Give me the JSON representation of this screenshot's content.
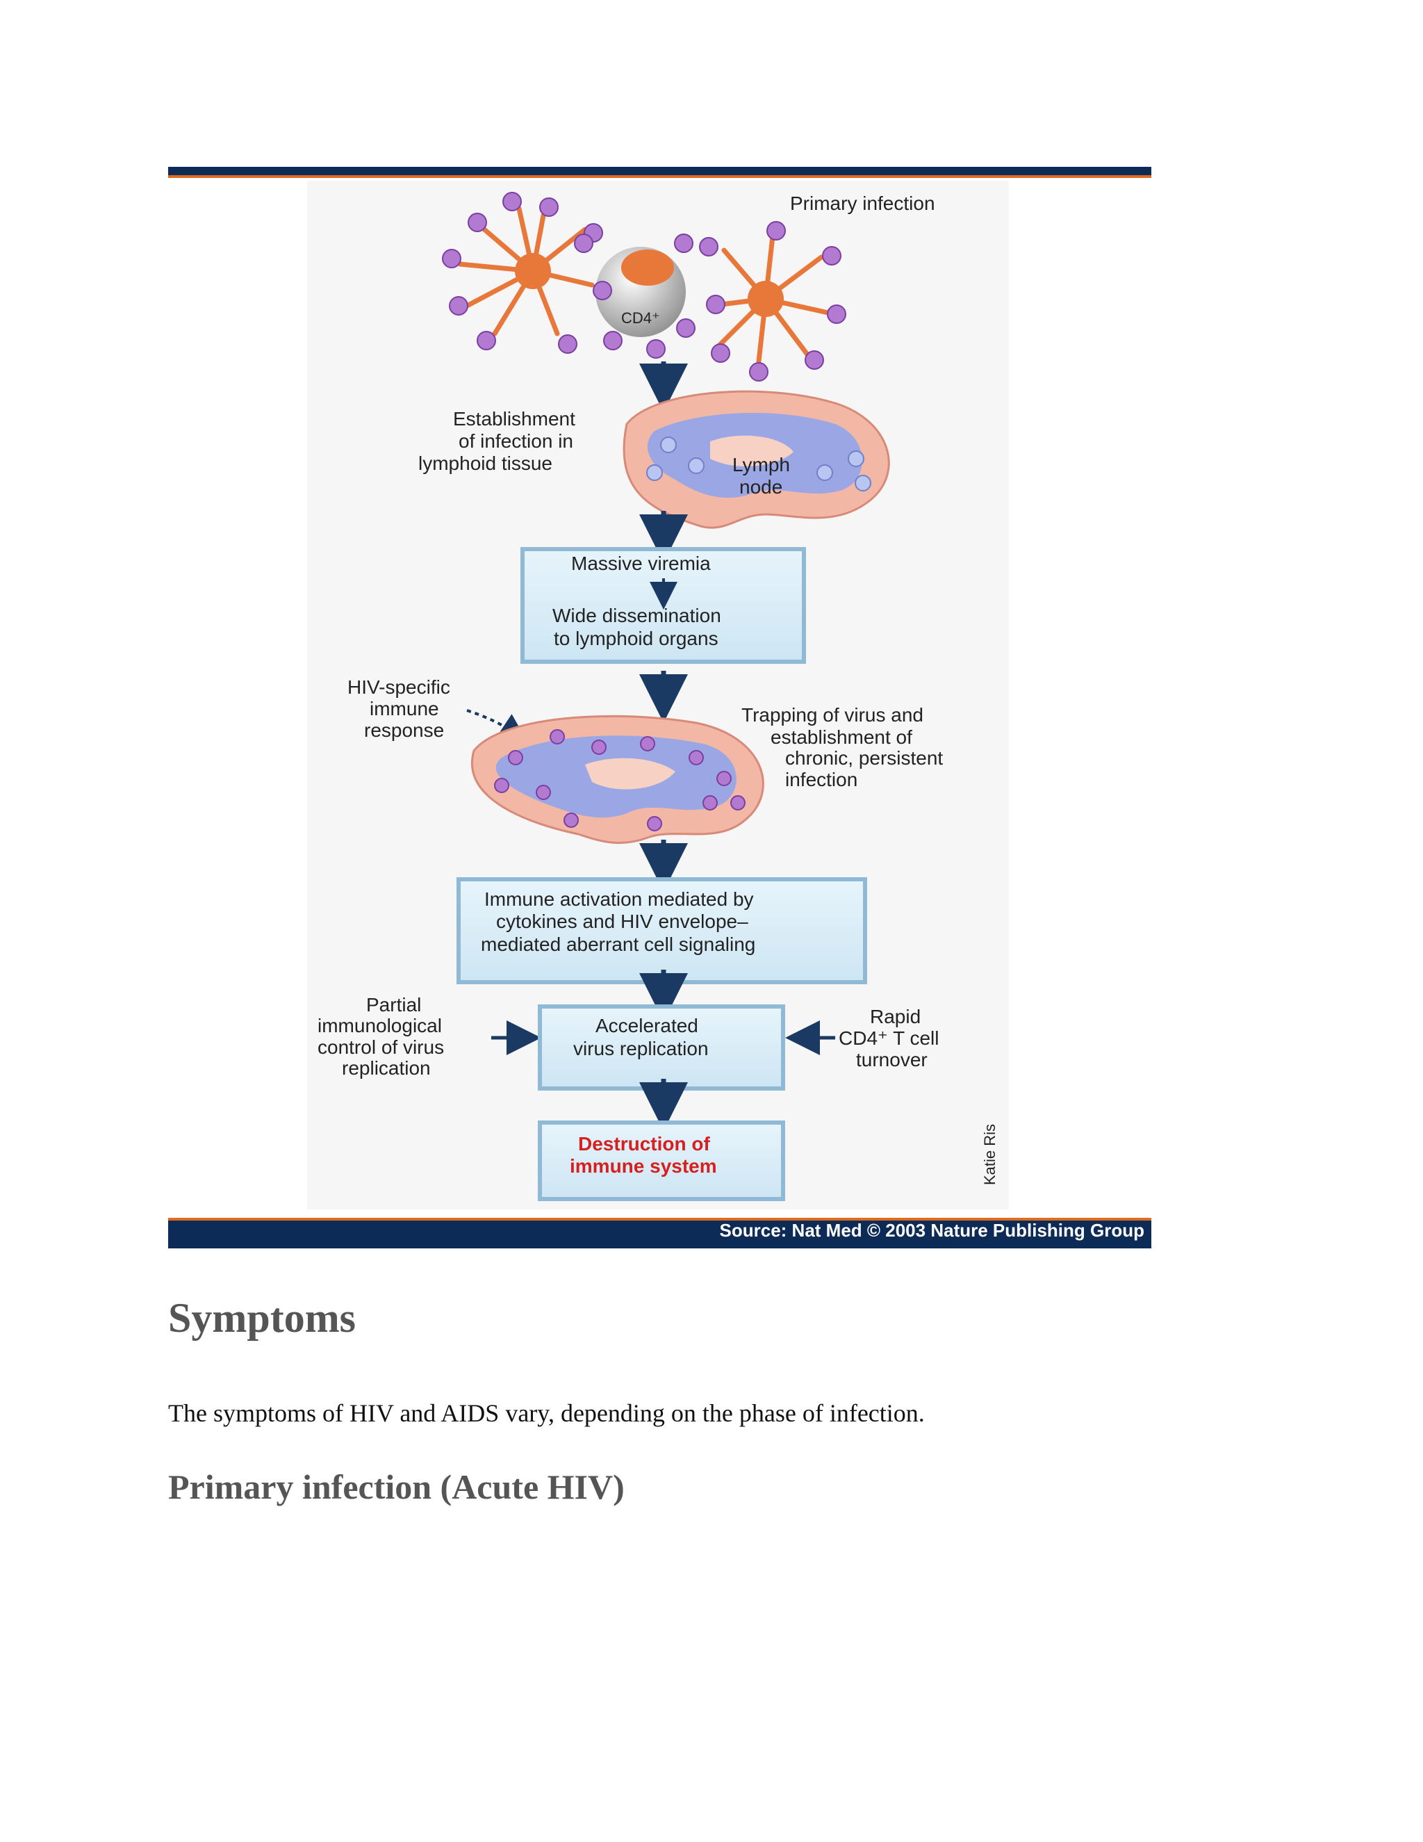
{
  "figure": {
    "labels": {
      "primary_infection": "Primary infection",
      "cd4": "CD4⁺",
      "establishment_1": "Establishment",
      "establishment_2": "of infection in",
      "establishment_3": "lymphoid tissue",
      "lymph_1": "Lymph",
      "lymph_2": "node",
      "massive_viremia": "Massive viremia",
      "wide_1": "Wide dissemination",
      "wide_2": "to lymphoid organs",
      "hiv_specific_1": "HIV-specific",
      "hiv_specific_2": "immune",
      "hiv_specific_3": "response",
      "trapping_1": "Trapping of virus and",
      "trapping_2": "establishment of",
      "trapping_3": "chronic, persistent",
      "trapping_4": "infection",
      "immune_act_1": "Immune activation mediated by",
      "immune_act_2": "cytokines and HIV envelope–",
      "immune_act_3": "mediated aberrant cell signaling",
      "partial_1": "Partial",
      "partial_2": "immunological",
      "partial_3": "control of virus",
      "partial_4": "replication",
      "accelerated_1": "Accelerated",
      "accelerated_2": "virus replication",
      "rapid_1": "Rapid",
      "rapid_2": "CD4⁺ T cell",
      "rapid_3": "turnover",
      "destruction_1": "Destruction of",
      "destruction_2": "immune system",
      "credit": "Katie Ris"
    },
    "source": "Source: Nat Med © 2003 Nature Publishing Group"
  },
  "heading": "Symptoms",
  "paragraph": "The symptoms of HIV and AIDS vary, depending on the phase of infection.",
  "subheading": "Primary infection (Acute HIV)",
  "colors": {
    "navy": "#0d2b57",
    "orange": "#e06a1d",
    "box_fill": "#d7ecf7",
    "box_edge": "#8fb9d4",
    "virus": "#b27ad0",
    "node_pink": "#f2b7a5",
    "node_blue": "#9aa7e4",
    "red_text": "#d62020"
  }
}
